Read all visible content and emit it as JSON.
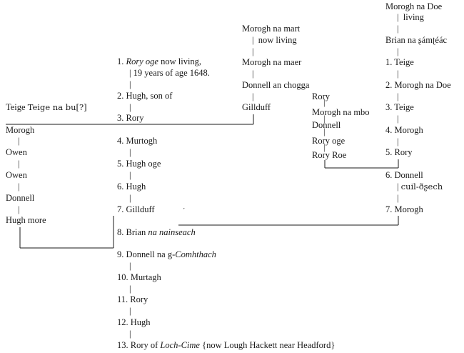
{
  "bar": "|",
  "ticks": {
    "small": "ˑ"
  },
  "pipes": {
    "left": "|",
    "center": "|",
    "mid": "|",
    "midright": "|",
    "right": "|"
  },
  "left_chain": {
    "teige": "Teige na bu[?]",
    "items": [
      "Morogh",
      "Owen",
      "Owen",
      "Donnell",
      "Hugh more"
    ]
  },
  "center_chain": {
    "e1_num": "1.",
    "e1_name": "Rory oge",
    "e1_rest": "now living,",
    "e1_age": "19 years of age 1648.",
    "e2": "2. Hugh, son of",
    "e3": "3. Rory",
    "e4": "4. Murtogh",
    "e5": "5. Hugh oge",
    "e6": "6. Hugh",
    "e7": "7. Gillduff",
    "e8_a": "8. Brian",
    "e8_b": "na nainseach",
    "e9_a": "9. Donnell na g-",
    "e9_b": "Comhthach",
    "e10": "10. Murtagh",
    "e11": "11. Rory",
    "e12": "12. Hugh",
    "e13_a": "13. Rory of",
    "e13_b": "Loch-Cime",
    "e13_c": "{now Lough Hackett near Headford}"
  },
  "mid_chain": {
    "a": "Morogh na mart",
    "a2": "now living",
    "b": "Morogh na maer",
    "c": "Donnell an chogga",
    "d": "Gillduff"
  },
  "midright_chain": {
    "items": [
      "Rory",
      "Morogh na mbo",
      "Donnell",
      "Rory oge",
      "Rory Roe"
    ]
  },
  "right_chain": {
    "top": "Morogh na Doe",
    "top2": "living",
    "brian": "Brian na ʂámʈéác",
    "e1": "1. Teige",
    "e2": "2. Morogh na Doe",
    "e3": "3. Teige",
    "e4": "4. Morogh",
    "e5": "5. Rory",
    "e6": "6. Donnell",
    "e6_epithet": "cuil-ðʂech",
    "e7": "7. Morogh"
  }
}
